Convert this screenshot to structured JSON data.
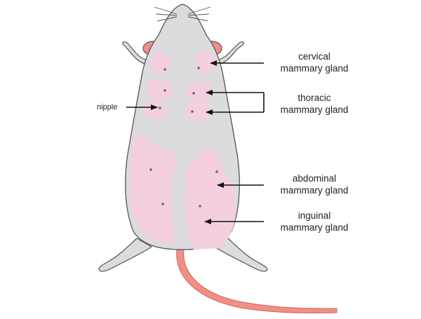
{
  "labels": {
    "nipple": "nipple",
    "cervical": {
      "line1": "cervical",
      "line2": "mammary gland"
    },
    "thoracic": {
      "line1": "thoracic",
      "line2": "mammary gland"
    },
    "abdominal": {
      "line1": "abdominal",
      "line2": "mammary gland"
    },
    "inguinal": {
      "line1": "inguinal",
      "line2": "mammary gland"
    }
  },
  "colors": {
    "body": "#dcdcdf",
    "outline": "#555555",
    "gland": "#f3cfe0",
    "tail": "#f08f84",
    "ear": "#f28f86",
    "arrow": "#111111",
    "nipple_dot": "#666666"
  }
}
